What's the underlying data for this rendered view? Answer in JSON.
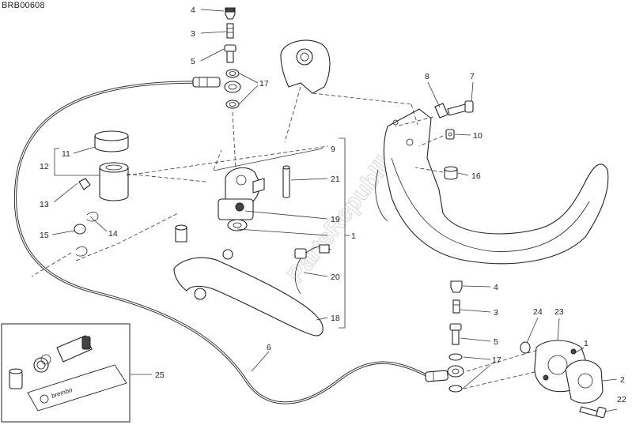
{
  "reference_code": "BRB00608",
  "watermark": "PartsRepublik",
  "kit_logo": "brembo",
  "callouts": [
    {
      "id": "c4a",
      "label": "4"
    },
    {
      "id": "c3a",
      "label": "3"
    },
    {
      "id": "c5a",
      "label": "5"
    },
    {
      "id": "c17a",
      "label": "17"
    },
    {
      "id": "c8",
      "label": "8"
    },
    {
      "id": "c7",
      "label": "7"
    },
    {
      "id": "c10",
      "label": "10"
    },
    {
      "id": "c16",
      "label": "16"
    },
    {
      "id": "c11",
      "label": "11"
    },
    {
      "id": "c12",
      "label": "12"
    },
    {
      "id": "c13",
      "label": "13"
    },
    {
      "id": "c15",
      "label": "15"
    },
    {
      "id": "c14",
      "label": "14"
    },
    {
      "id": "c9",
      "label": "9"
    },
    {
      "id": "c21",
      "label": "21"
    },
    {
      "id": "c19",
      "label": "19"
    },
    {
      "id": "c1a",
      "label": "1"
    },
    {
      "id": "c20",
      "label": "20"
    },
    {
      "id": "c18",
      "label": "18"
    },
    {
      "id": "c6",
      "label": "6"
    },
    {
      "id": "c25",
      "label": "25"
    },
    {
      "id": "c4b",
      "label": "4"
    },
    {
      "id": "c3b",
      "label": "3"
    },
    {
      "id": "c5b",
      "label": "5"
    },
    {
      "id": "c17b",
      "label": "17"
    },
    {
      "id": "c24",
      "label": "24"
    },
    {
      "id": "c23",
      "label": "23"
    },
    {
      "id": "c1b",
      "label": "1"
    },
    {
      "id": "c2",
      "label": "2"
    },
    {
      "id": "c22",
      "label": "22"
    }
  ]
}
